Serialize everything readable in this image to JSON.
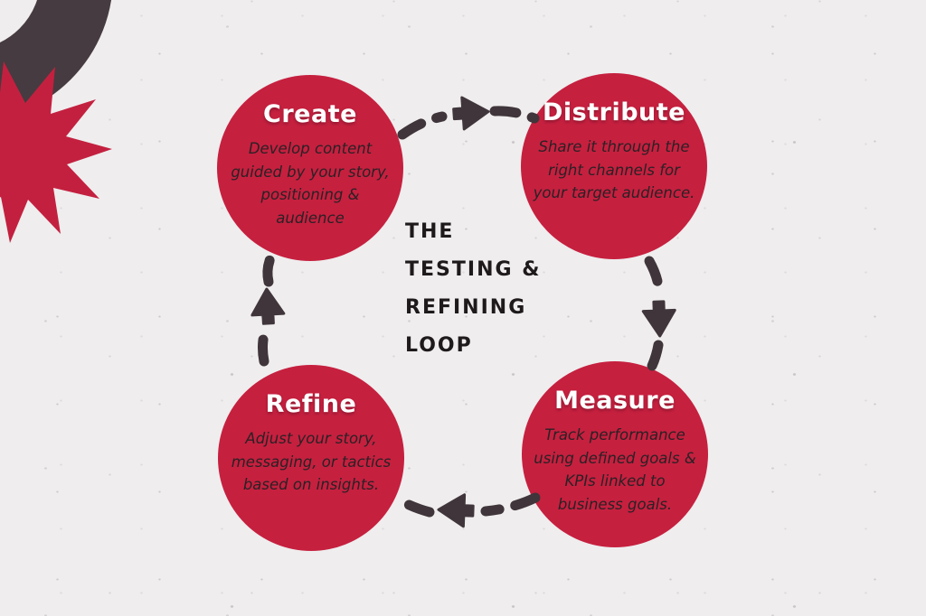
{
  "diagram": {
    "title_lines": [
      "THE",
      "TESTING &",
      "REFINING",
      "LOOP"
    ]
  },
  "steps": [
    {
      "title": "Create",
      "description": "Develop content guided by your story, positioning & audience"
    },
    {
      "title": "Distribute",
      "description": "Share it through the right channels for your target audience."
    },
    {
      "title": "Measure",
      "description": "Track performance using defined goals & KPIs linked to business goals."
    },
    {
      "title": "Refine",
      "description": "Adjust your story, messaging, or tactics based on insights."
    }
  ],
  "arrows": [
    {
      "name": "create-to-distribute",
      "direction": "right"
    },
    {
      "name": "distribute-to-measure",
      "direction": "down"
    },
    {
      "name": "measure-to-refine",
      "direction": "left"
    },
    {
      "name": "refine-to-create",
      "direction": "up"
    }
  ],
  "decorations": [
    {
      "name": "corner-arc",
      "color": "#463b40"
    },
    {
      "name": "starburst",
      "color": "#c3203f"
    }
  ],
  "colors": {
    "background": "#efedee",
    "circle_fill": "#c6203f",
    "circle_title_text": "#ffffff",
    "circle_body_text": "#2a2125",
    "center_title_text": "#1e191b",
    "arrow": "#3f353a"
  }
}
